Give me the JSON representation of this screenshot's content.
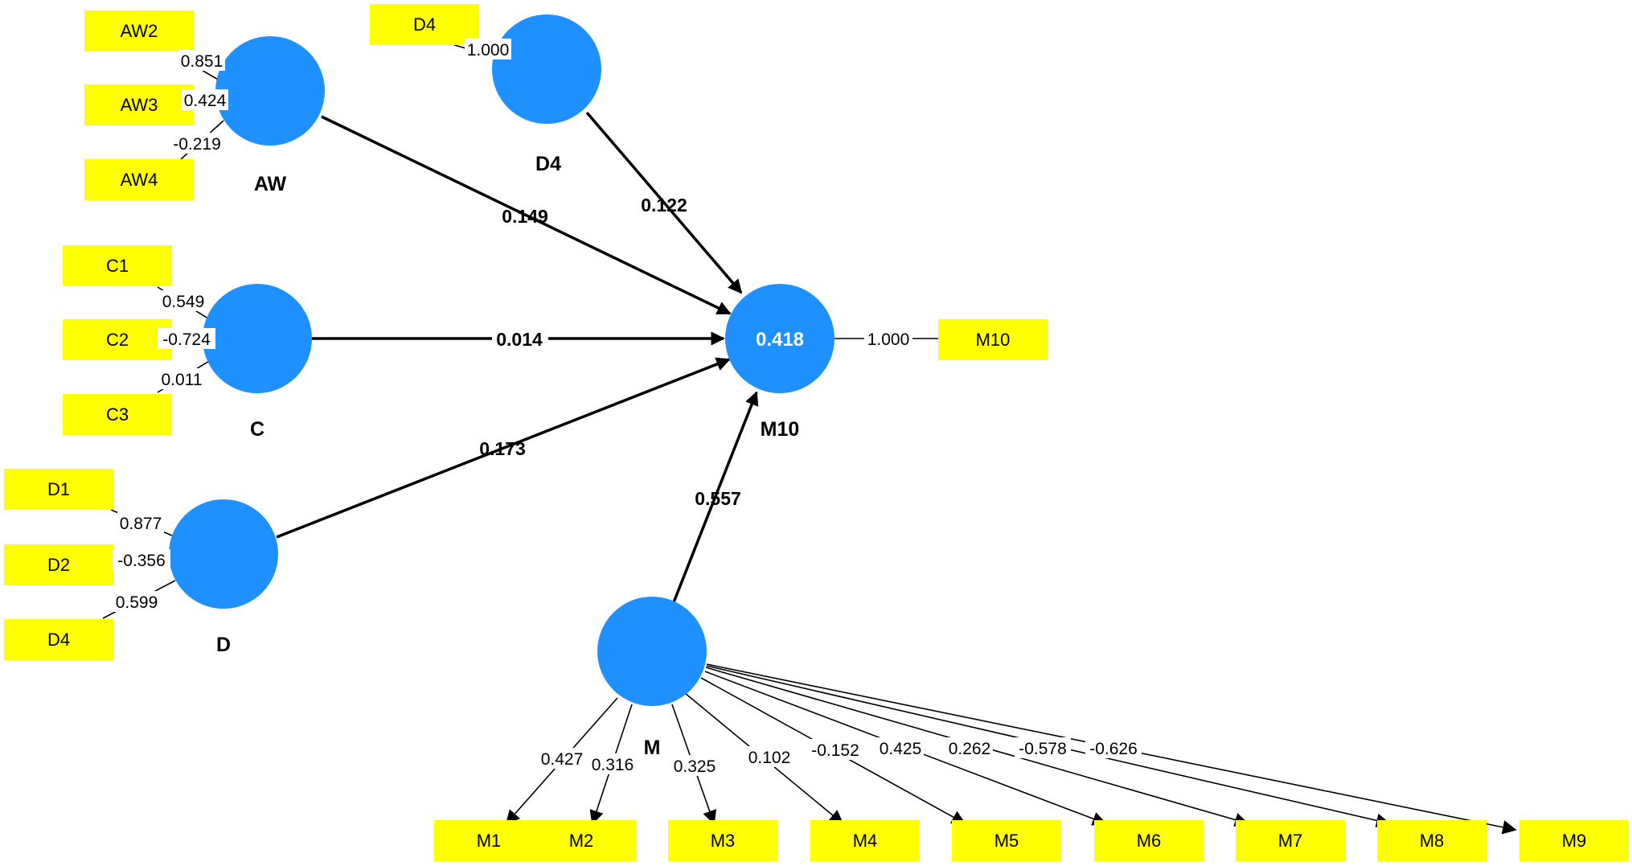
{
  "indicators": {
    "AW2": "AW2",
    "AW3": "AW3",
    "AW4": "AW4",
    "D4top": "D4",
    "C1": "C1",
    "C2": "C2",
    "C3": "C3",
    "D1": "D1",
    "D2": "D2",
    "D4": "D4",
    "M10": "M10",
    "M1": "M1",
    "M2": "M2",
    "M3": "M3",
    "M4": "M4",
    "M5": "M5",
    "M6": "M6",
    "M7": "M7",
    "M8": "M8",
    "M9": "M9"
  },
  "constructs": {
    "AW": "AW",
    "D4": "D4",
    "C": "C",
    "D": "D",
    "M10": "M10",
    "M": "M"
  },
  "r_squared": {
    "M10": "0.418"
  },
  "paths": {
    "AW_M10": "0.149",
    "D4_M10": "0.122",
    "C_M10": "0.014",
    "D_M10": "0.173",
    "M_M10": "0.557"
  },
  "loadings": {
    "AW2": "0.851",
    "AW3": "0.424",
    "AW4": "-0.219",
    "D4top": "1.000",
    "C1": "0.549",
    "C2": "-0.724",
    "C3": "0.011",
    "D1": "0.877",
    "D2": "-0.356",
    "D4": "0.599",
    "M10": "1.000",
    "M1": "0.427",
    "M2": "0.316",
    "M3": "0.325",
    "M4": "0.102",
    "M5": "-0.152",
    "M6": "0.425",
    "M7": "0.262",
    "M8": "-0.578",
    "M9": "-0.626"
  },
  "colors": {
    "indicator": "#ffff00",
    "construct": "#1e90ff",
    "line": "#000000"
  }
}
